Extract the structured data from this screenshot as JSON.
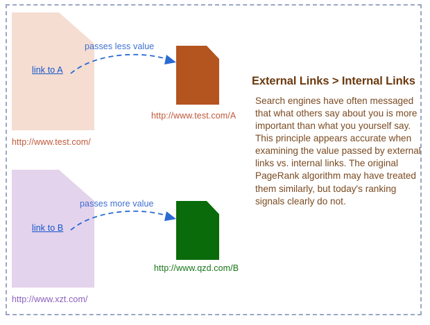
{
  "diagram": {
    "frame_color": "#9aa6c4",
    "nodes": {
      "source_a": {
        "url_label": "http://www.test.com/",
        "link_label": "link to A",
        "fill": "#F5DDD2",
        "text_color": "#c0593b"
      },
      "source_b": {
        "url_label": "http://www.xzt.com/",
        "link_label": "link to B",
        "fill": "#E4D3EC",
        "text_color": "#8b5fbf"
      },
      "target_a": {
        "url_label": "http://www.test.com/A",
        "fill": "#B4541F",
        "text_color": "#c0593b"
      },
      "target_b": {
        "url_label": "http://www.qzd.com/B",
        "fill": "#0A6B0A",
        "text_color": "#187718"
      }
    },
    "edges": [
      {
        "name": "internal-link-edge",
        "label": "passes less value",
        "from": "source_a",
        "to": "target_a",
        "color": "#2a6ad4",
        "style": "dashed"
      },
      {
        "name": "external-link-edge",
        "label": "passes more value",
        "from": "source_b",
        "to": "target_b",
        "color": "#2a6ad4",
        "style": "dashed"
      }
    ]
  },
  "copy": {
    "title": "External Links > Internal Links",
    "body": "Search engines have often messaged that what others say about you is more important than what you yourself say. This principle appears accurate when examining the value passed by external links vs. internal links. The original PageRank algorithm may have treated them similarly, but today's ranking signals clearly do not.",
    "title_color": "#6b3a10",
    "body_color": "#7a4a21"
  }
}
